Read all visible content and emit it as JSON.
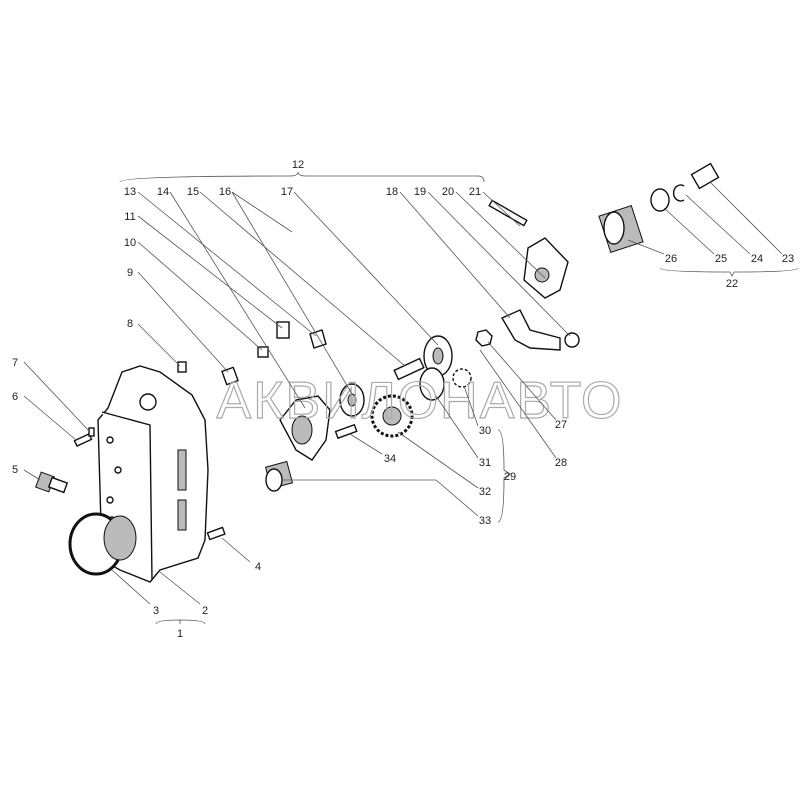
{
  "diagram": {
    "watermark": "АКВИЛОНАВТО",
    "callouts": [
      "1",
      "2",
      "3",
      "4",
      "5",
      "6",
      "7",
      "8",
      "9",
      "10",
      "11",
      "12",
      "13",
      "14",
      "15",
      "16",
      "17",
      "18",
      "19",
      "20",
      "21",
      "22",
      "23",
      "24",
      "25",
      "26",
      "27",
      "28",
      "29",
      "30",
      "31",
      "32",
      "33",
      "34"
    ]
  }
}
